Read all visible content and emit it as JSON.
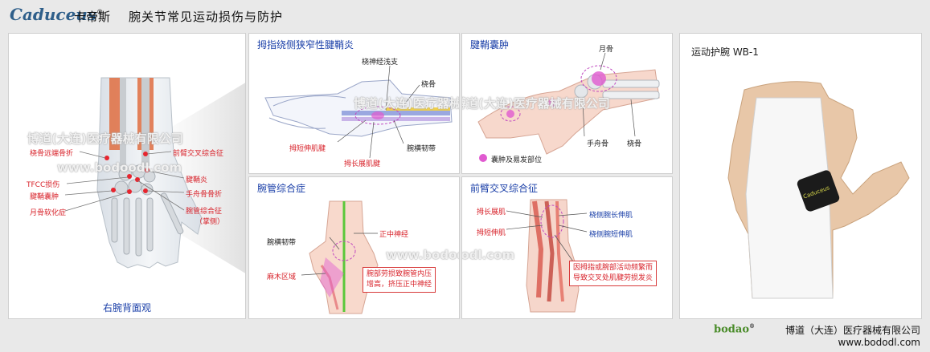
{
  "header": {
    "brand": "Caduceus",
    "brand_mark": "®",
    "brand_cn": "卡帝斯",
    "title": "腕关节常见运动损伤与防护"
  },
  "watermarks": {
    "company": "博道(大连)医疗器械有限公司",
    "url": "www.bodoodl.com"
  },
  "panel_back": {
    "labels": {
      "radius_fracture": "桡骨远端骨折",
      "tfcc": "TFCC损伤",
      "cyst": "腱鞘囊肿",
      "lunate": "月骨软化症",
      "intersection": "前臂交叉综合征",
      "tendinitis": "腱鞘炎",
      "scaphoid": "手舟骨骨折",
      "carpal1": "腕管综合征",
      "carpal2": "（掌侧）"
    },
    "caption": "右腕背面观"
  },
  "panel_dequervain": {
    "title": "拇指绕侧狭窄性腱鞘炎",
    "labels": {
      "nerve": "桡神经浅支",
      "radius": "桡骨",
      "ebt": "拇短伸肌腱",
      "apl": "拇长展肌腱",
      "retinaculum": "腕横韧带"
    }
  },
  "panel_ganglion": {
    "title": "腱鞘囊肿",
    "labels": {
      "lunate": "月骨",
      "scaphoid": "手舟骨",
      "radius": "桡骨",
      "legend": "囊肿及易发部位"
    }
  },
  "panel_carpal": {
    "title": "腕管综合症",
    "labels": {
      "ligament": "腕横韧带",
      "nerve": "正中神经",
      "numb": "麻木区域"
    },
    "note": [
      "腕部劳损致腕管内压",
      "增高，挤压正中神经"
    ]
  },
  "panel_intersection": {
    "title": "前臂交叉综合征",
    "labels": {
      "apl": "拇长展肌",
      "epb": "拇短伸肌",
      "ecrl": "桡侧腕长伸肌",
      "ecrb": "桡侧腕短伸肌"
    },
    "note": [
      "因拇指或腕部活动频繁而",
      "导致交叉处肌腱劳损发炎"
    ]
  },
  "panel_product": {
    "title": "运动护腕 WB-1",
    "band_logo": "Caduceus"
  },
  "footer": {
    "brand": "bodao",
    "brand_mark": "®",
    "company": "博道（大连）医疗器械有限公司",
    "url": "www.bododl.com"
  },
  "colors": {
    "accent_blue": "#1a3fa8",
    "label_red": "#d8222a",
    "highlight_pink": "#e05ad0"
  }
}
